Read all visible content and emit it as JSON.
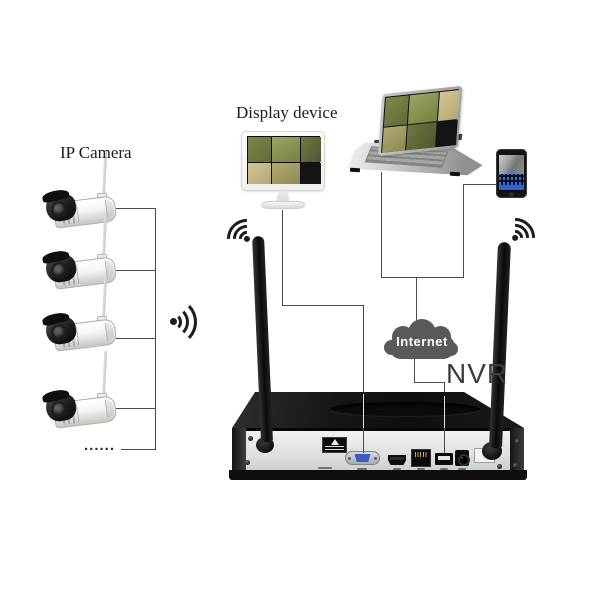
{
  "labels": {
    "ip_camera": "IP Camera",
    "display_device": "Display device",
    "internet": "Internet",
    "nvr": "NVR",
    "more_cameras": "......"
  },
  "colors": {
    "background": "#ffffff",
    "diagram_text": "#1a1a1a",
    "connection_line": "#4a4a4a",
    "cloud_fill": "#595959",
    "cloud_text": "#ffffff",
    "nvr_label_text": "#3d3d3d",
    "vga_blue": "#3c5cc0",
    "ethernet_gold": "#d8a93c",
    "phone_app_blue": "#2f6fe4"
  },
  "devices": {
    "ip_cameras": {
      "label": "IP Camera",
      "count": 4,
      "type": "wireless bullet camera with antenna"
    },
    "display_device": {
      "label": "Display device",
      "type": "monitor showing multi-camera live view"
    },
    "laptop": {
      "type": "laptop showing multi-camera live view"
    },
    "smartphone": {
      "type": "smartphone showing camera app"
    },
    "internet": {
      "label": "Internet",
      "type": "cloud"
    },
    "nvr": {
      "label": "NVR",
      "type": "network video recorder, two antennas",
      "rear_ports": [
        "vga",
        "hdmi",
        "lan",
        "usb",
        "dc-power"
      ]
    },
    "wifi_signal_count": 3
  }
}
